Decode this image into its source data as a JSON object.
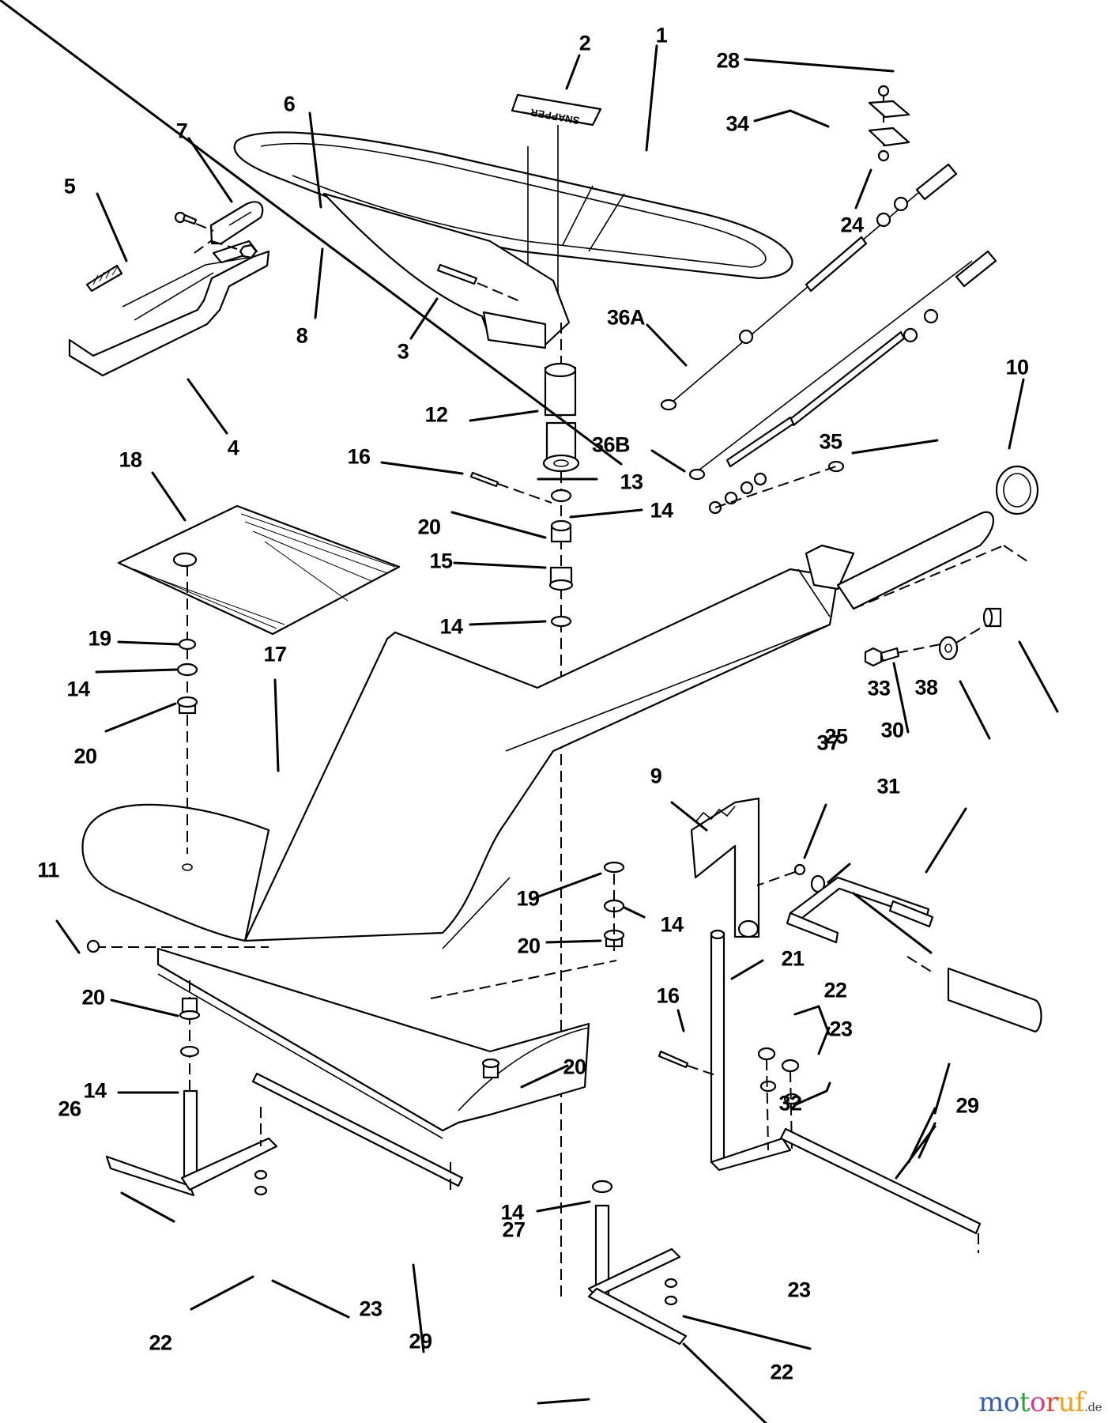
{
  "diagram": {
    "title": "Steering assembly exploded parts view",
    "brand_decal_text": "SNAPPER",
    "callouts": [
      {
        "id": "c1",
        "text": "1"
      },
      {
        "id": "c2",
        "text": "2"
      },
      {
        "id": "c3",
        "text": "3"
      },
      {
        "id": "c4",
        "text": "4"
      },
      {
        "id": "c5",
        "text": "5"
      },
      {
        "id": "c6",
        "text": "6"
      },
      {
        "id": "c7",
        "text": "7"
      },
      {
        "id": "c8",
        "text": "8"
      },
      {
        "id": "c9",
        "text": "9"
      },
      {
        "id": "c10",
        "text": "10"
      },
      {
        "id": "c11",
        "text": "11"
      },
      {
        "id": "c12",
        "text": "12"
      },
      {
        "id": "c13",
        "text": "13"
      },
      {
        "id": "c14a",
        "text": "14"
      },
      {
        "id": "c14b",
        "text": "14"
      },
      {
        "id": "c14c",
        "text": "14"
      },
      {
        "id": "c14d",
        "text": "14"
      },
      {
        "id": "c14e",
        "text": "14"
      },
      {
        "id": "c14f",
        "text": "14"
      },
      {
        "id": "c15",
        "text": "15"
      },
      {
        "id": "c16a",
        "text": "16"
      },
      {
        "id": "c16b",
        "text": "16"
      },
      {
        "id": "c17",
        "text": "17"
      },
      {
        "id": "c18",
        "text": "18"
      },
      {
        "id": "c19a",
        "text": "19"
      },
      {
        "id": "c19b",
        "text": "19"
      },
      {
        "id": "c20a",
        "text": "20"
      },
      {
        "id": "c20b",
        "text": "20"
      },
      {
        "id": "c20c",
        "text": "20"
      },
      {
        "id": "c20d",
        "text": "20"
      },
      {
        "id": "c20e",
        "text": "20"
      },
      {
        "id": "c21",
        "text": "21"
      },
      {
        "id": "c22a",
        "text": "22"
      },
      {
        "id": "c22b",
        "text": "22"
      },
      {
        "id": "c22c",
        "text": "22"
      },
      {
        "id": "c23a",
        "text": "23"
      },
      {
        "id": "c23b",
        "text": "23"
      },
      {
        "id": "c23c",
        "text": "23"
      },
      {
        "id": "c24",
        "text": "24"
      },
      {
        "id": "c25",
        "text": "25"
      },
      {
        "id": "c26",
        "text": "26"
      },
      {
        "id": "c27",
        "text": "27"
      },
      {
        "id": "c28",
        "text": "28"
      },
      {
        "id": "c29a",
        "text": "29"
      },
      {
        "id": "c29b",
        "text": "29"
      },
      {
        "id": "c30",
        "text": "30"
      },
      {
        "id": "c31",
        "text": "31"
      },
      {
        "id": "c32",
        "text": "32"
      },
      {
        "id": "c33",
        "text": "33"
      },
      {
        "id": "c34",
        "text": "34"
      },
      {
        "id": "c35",
        "text": "35"
      },
      {
        "id": "c36A",
        "text": "36A"
      },
      {
        "id": "c36B",
        "text": "36B"
      },
      {
        "id": "c37",
        "text": "37"
      },
      {
        "id": "c38",
        "text": "38"
      }
    ]
  },
  "watermark": {
    "letters": [
      {
        "ch": "m",
        "color": "#3b5bab"
      },
      {
        "ch": "o",
        "color": "#3b5bab"
      },
      {
        "ch": "t",
        "color": "#2e9e3e"
      },
      {
        "ch": "o",
        "color": "#d23b8c"
      },
      {
        "ch": "r",
        "color": "#e0473a"
      },
      {
        "ch": "u",
        "color": "#f0a020"
      },
      {
        "ch": "f",
        "color": "#f0a020"
      }
    ],
    "tld": ".de"
  }
}
